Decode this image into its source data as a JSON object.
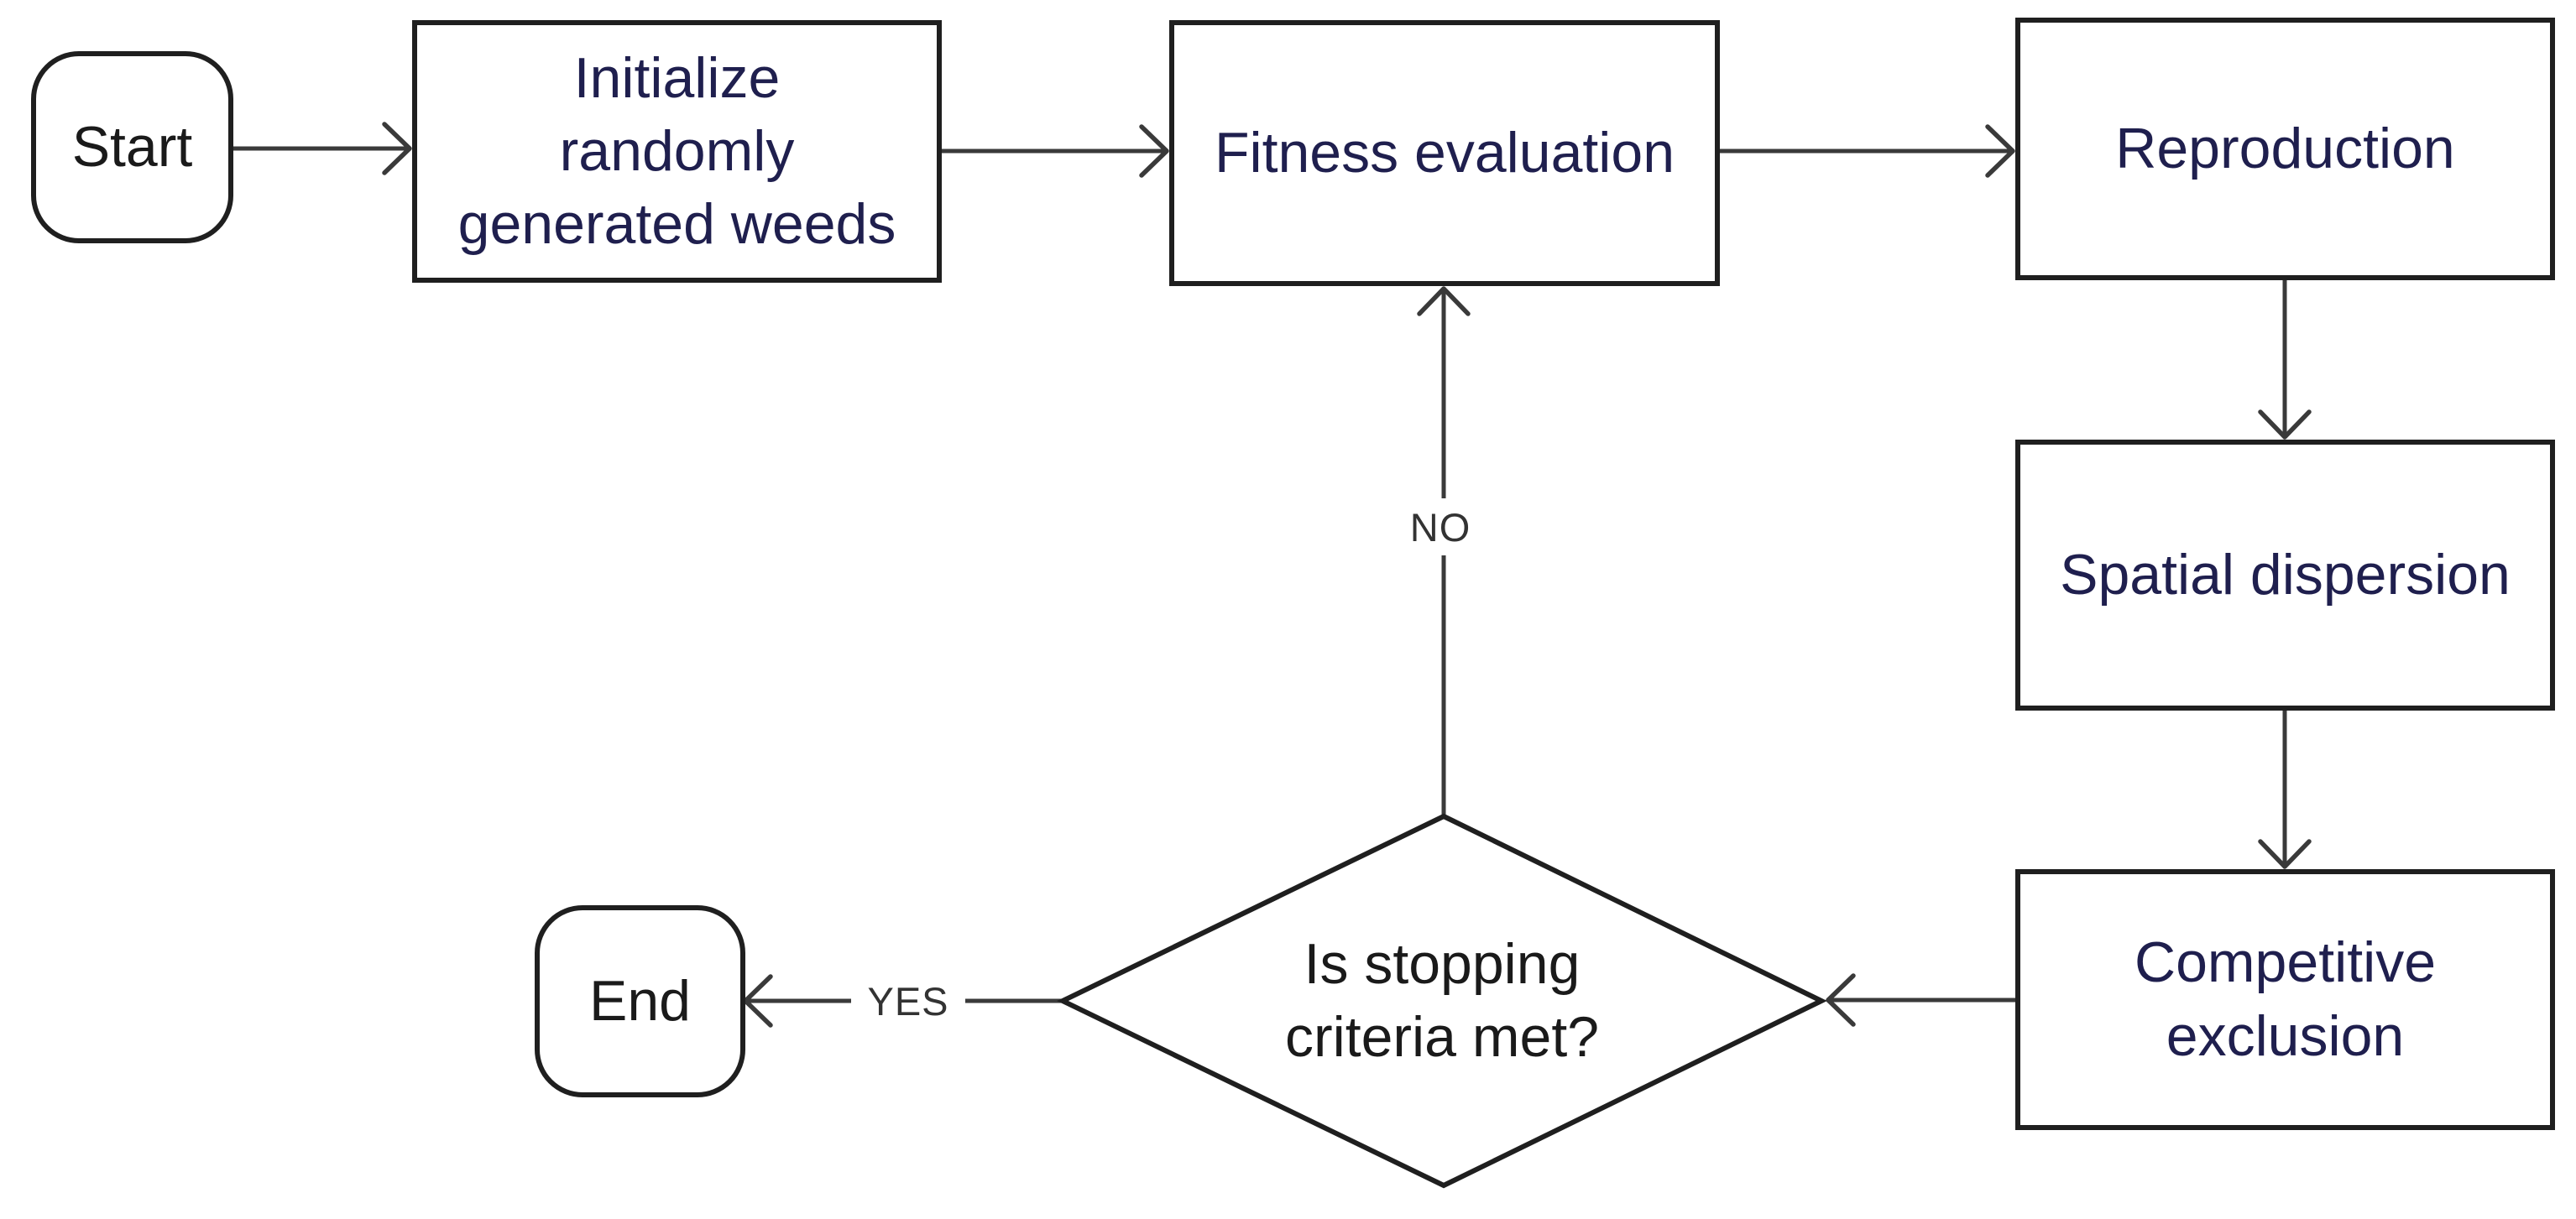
{
  "palette": {
    "bg": "#ffffff",
    "shape_border": "#1f1f1f",
    "connector": "#3a3a3a",
    "process_text": "#1f1f4e",
    "terminal_text": "#1a1a1a",
    "decision_text": "#1a1a1a",
    "edge_label_text": "#333333"
  },
  "nodes": {
    "start": {
      "type": "terminator",
      "label": "Start"
    },
    "initialize": {
      "type": "process",
      "label": "Initialize\nrandomly\ngenerated weeds"
    },
    "fitness": {
      "type": "process",
      "label": "Fitness evaluation"
    },
    "reproduction": {
      "type": "process",
      "label": "Reproduction"
    },
    "spatial": {
      "type": "process",
      "label": "Spatial dispersion"
    },
    "competitive": {
      "type": "process",
      "label": "Competitive\nexclusion"
    },
    "decision": {
      "type": "decision",
      "label": "Is stopping\ncriteria met?"
    },
    "end": {
      "type": "terminator",
      "label": "End"
    }
  },
  "edges": {
    "yes_label": "YES",
    "no_label": "NO"
  }
}
